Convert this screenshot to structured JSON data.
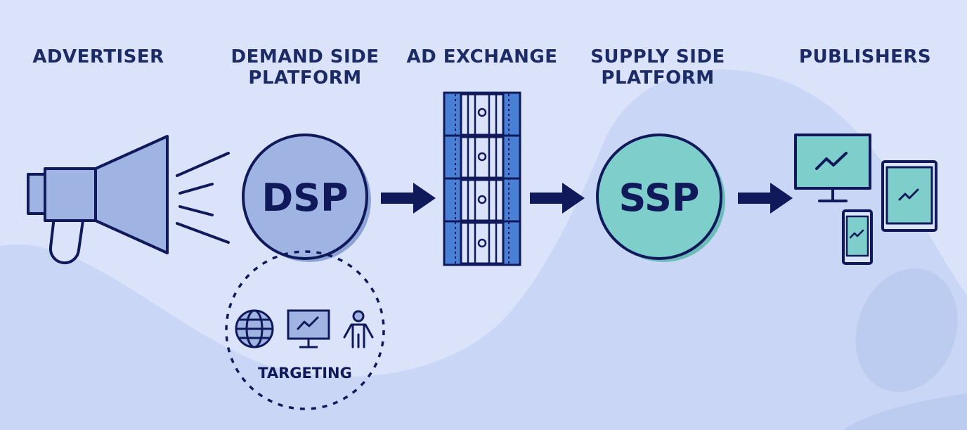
{
  "columns": [
    {
      "id": "advertiser",
      "lines": [
        "ADVERTISER"
      ]
    },
    {
      "id": "dsp",
      "lines": [
        "DEMAND SIDE",
        "PLATFORM"
      ]
    },
    {
      "id": "exchange",
      "lines": [
        "AD EXCHANGE"
      ]
    },
    {
      "id": "ssp",
      "lines": [
        "SUPPLY SIDE",
        "PLATFORM"
      ]
    },
    {
      "id": "publishers",
      "lines": [
        "PUBLISHERS"
      ]
    }
  ],
  "dsp_label": "DSP",
  "ssp_label": "SSP",
  "targeting_label": "TARGETING",
  "icons": {
    "advertiser": "megaphone-icon",
    "exchange": "server-rack-icon",
    "publishers": [
      "monitor-icon",
      "tablet-icon",
      "phone-icon"
    ],
    "targeting": [
      "globe-icon",
      "monitor-chart-icon",
      "person-icon"
    ],
    "flow": "arrow-right-icon"
  },
  "colors": {
    "background": "#dbe3fb",
    "blob": "#c9d6f5",
    "navy": "#10195a",
    "heading": "#1c2a66",
    "dsp_fill": "#9fb4e2",
    "ssp_fill": "#7ecfcc",
    "exchange_fill": "#4a7fd6",
    "screen_fill": "#7ecfcc",
    "megaphone_fill": "#9fb4e2"
  }
}
